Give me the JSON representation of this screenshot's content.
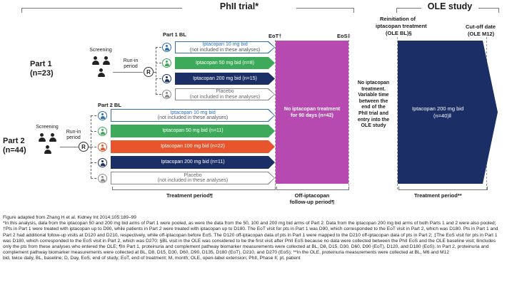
{
  "headers": {
    "phase2": "PhII trial*",
    "ole": "OLE study"
  },
  "timepoints": {
    "eot": "EoT†",
    "eos": "EoS‡",
    "reinit_line1": "Reinitiation of",
    "reinit_line2": "iptacopan treatment",
    "reinit_line3": "(OLE BL)§",
    "cutoff_line1": "Cut-off date",
    "cutoff_line2": "(OLE M12)"
  },
  "part1": {
    "name": "Part 1",
    "n": "(n=23)",
    "bl": "Part 1 BL",
    "screening": "Screening",
    "runin_line1": "Run-in",
    "runin_line2": "period",
    "randomize": "R",
    "arms": [
      {
        "label": "Iptacopan 10 mg bid",
        "note": "(not included in these analyses)",
        "color": "#2f6db5",
        "filled": false
      },
      {
        "label": "Iptacopan 50 mg bid (n=8)",
        "note": "",
        "color": "#3daa5a",
        "filled": true
      },
      {
        "label": "Iptacopan 200 mg bid (n=15)",
        "note": "",
        "color": "#1b2f66",
        "filled": true
      },
      {
        "label": "Placebo",
        "note": "(not included in these analyses)",
        "color": "#8a8a8a",
        "filled": false
      }
    ]
  },
  "part2": {
    "name": "Part 2",
    "n": "(n=44)",
    "bl": "Part 2 BL",
    "screening": "Screening",
    "runin_line1": "Run-in",
    "runin_line2": "period",
    "randomize": "R",
    "arms": [
      {
        "label": "Iptacopan 10 mg bid",
        "note": "(not included in these analyses)",
        "color": "#2f6db5",
        "filled": false
      },
      {
        "label": "Iptacopan 50 mg bid (n=11)",
        "note": "",
        "color": "#3daa5a",
        "filled": true
      },
      {
        "label": "Iptacopan 100 mg bid (n=22)",
        "note": "",
        "color": "#e8542c",
        "filled": true
      },
      {
        "label": "Iptacopan 200 mg bid (n=11)",
        "note": "",
        "color": "#1b2f66",
        "filled": true
      },
      {
        "label": "Placebo",
        "note": "(not included in these analyses)",
        "color": "#8a8a8a",
        "filled": false
      }
    ]
  },
  "followup_box": {
    "line1": "No iptacopan treatment",
    "line2": "for 90 days (n=42)",
    "color": "#b64ab0"
  },
  "gap_text": {
    "line1": "No iptacopan",
    "line2": "treatment.",
    "line3": "Variable time",
    "line4": "between the",
    "line5": "end of the",
    "line6": "PhII trial and",
    "line7": "entry into the",
    "line8": "OLE study"
  },
  "ole_box": {
    "label": "Iptacopan 200 mg bid",
    "n": "(n=40)‖",
    "color": "#1b2f66"
  },
  "periods": {
    "treatment": "Treatment period¶",
    "offip_line1": "Off-iptacopan",
    "offip_line2": "follow-up period¶",
    "ole_treatment": "Treatment period**"
  },
  "footnotes": {
    "adapted": "Figure adapted from Zhang H et al. Kidney Int 2014;105:189–99",
    "note1": "*In this analysis, data from the iptacopan 50 and 200 mg bid arms of Part 1 were pooled, as were the data from the 50, 100 and 200 mg bid arms of Part 2. Data from the iptacopan 200 mg bid arms of both Parts 1 and 2 were also pooled; †Pts in Part 1 were treated with iptacopan up to D90, while patients in Part 2 were treated with iptacopan up to D180. The EoT visit for pts in Part 1 was D90, which corresponded to the EoT visit in Part 2, which was D180. Pts in Part 1 and Part 2 had additional follow-up visits at D120 and D210, respectively, while off-iptacopan before EoS. The D120 off-iptacopan data of pts in Part 1 were mapped to the D210 off-iptacopan data of pts in Part 2; ‡The EoS visit for pts in Part 1 was D180, which corresponded to the EoS visit in Part 2, which was D270; §BL visit in the OLE was considered to be the first visit after PhII EoS because no data were collected between the PhII EoS and the OLE baseline visit; ‖includes only the pts from these analyses who entered the OLE; ¶In Part 1, proteinuria and complement pathway biomarker measurements were collected at BL, D8, D15, D30, D60, D90 (EoT), D120, and D180 (EoS). In Part 2, proteinuria and complement pathway biomarker measurements were collected at BL, D8, D15, D30, D60, D90, D135, D180 (EoT), D210, and D270 (EoS); **In the OLE, proteinuria measurements were collected at BL, M6 and M12",
    "abbrev": "bid, twice daily, BL, baseline; D, Day, EoS, end of study; EoT, end of treatment; M, month; OLE, open-label extension; PhII, Phase II; pt, patient"
  }
}
